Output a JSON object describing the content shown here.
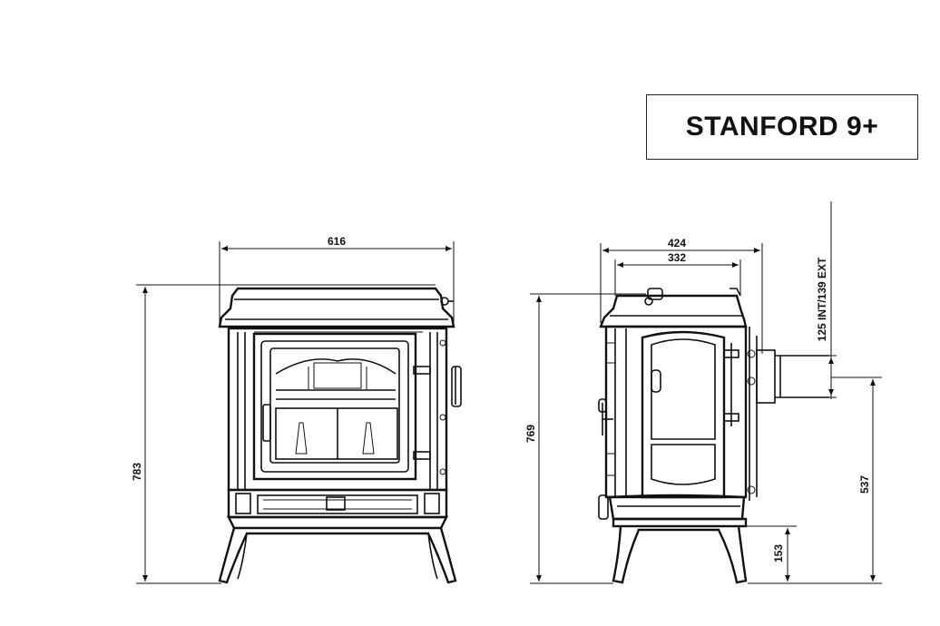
{
  "title": "STANFORD 9+",
  "dimensions": {
    "front_width": "616",
    "front_height": "783",
    "side_depth_outer": "424",
    "side_depth_inner": "332",
    "side_height": "769",
    "flue_diameter": "125 INT/139 EXT",
    "flue_center_height": "537",
    "leg_height": "153"
  },
  "colors": {
    "line": "#111111",
    "background": "#ffffff"
  }
}
